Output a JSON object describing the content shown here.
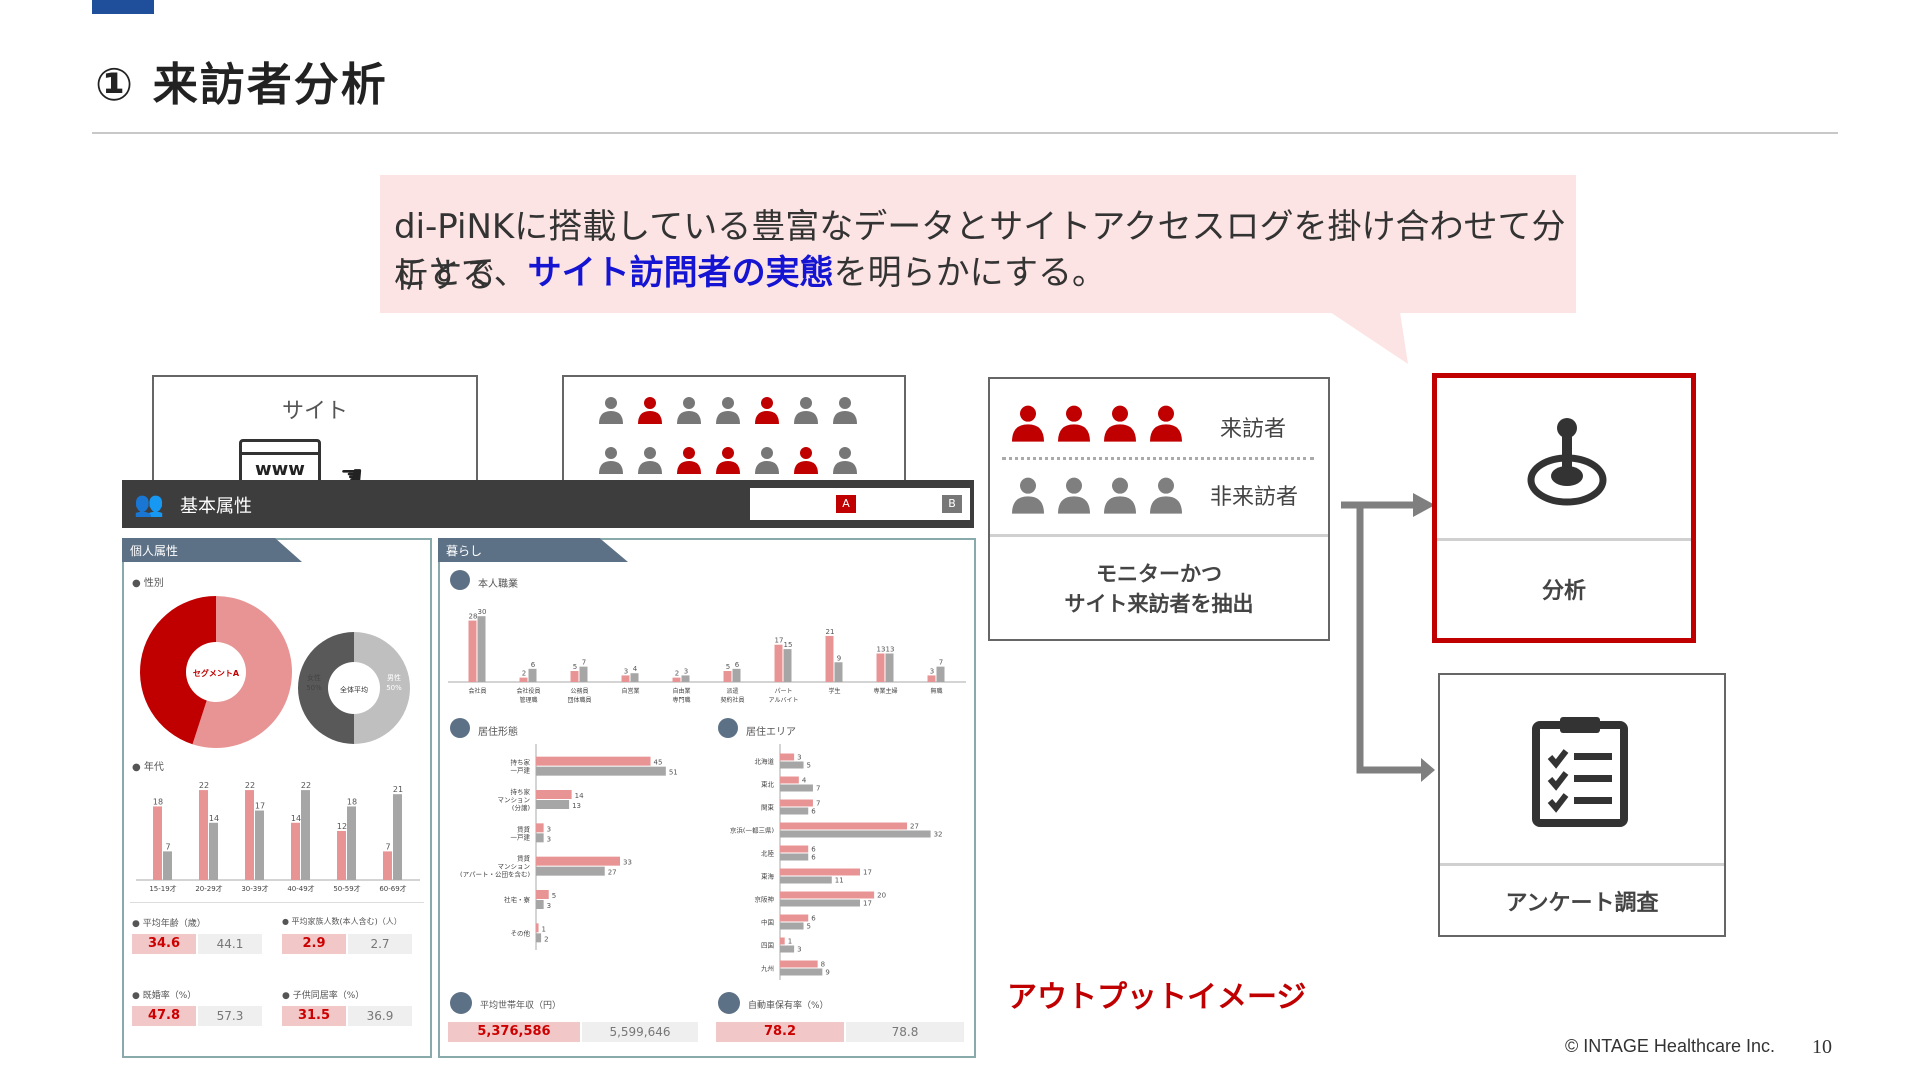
{
  "page": {
    "title": "① 来訪者分析",
    "callout_line1": "di-PiNKに搭載している豊富なデータとサイトアクセスログを掛け合わせて分析する",
    "callout_line2_pre": "ことで、",
    "callout_line2_highlight": "サイト訪問者の実態",
    "callout_line2_post": "を明らかにする。",
    "footer": "© INTAGE Healthcare Inc.",
    "page_number": "10",
    "output_label": "アウトプットイメージ"
  },
  "flow": {
    "site_label": "サイト",
    "www_label": "www",
    "visitor_label": "来訪者",
    "nonvisitor_label": "非来訪者",
    "extract_line1": "モニターかつ",
    "extract_line2": "サイト来訪者を抽出",
    "analysis_label": "分析",
    "survey_label": "アンケート調査"
  },
  "colors": {
    "accent_red": "#c00000",
    "brand_blue": "#1f4e9b",
    "gray": "#7f7f7f",
    "highlight": "#1414d2",
    "callout_bg": "#fde4e4"
  },
  "dashboard": {
    "header": "基本属性",
    "seg_a": "A",
    "seg_b": "B",
    "panel_personal": "個人属性",
    "panel_life": "暮らし",
    "gender_label": "● 性別",
    "donut_a_label": "セグメントA",
    "donut_b_label": "全体平均",
    "female": "女性",
    "female_pct": "50%",
    "male": "男性",
    "male_pct": "50%",
    "age_label": "● 年代",
    "occupation_label": "本人職業",
    "housing_label": "居住形態",
    "area_label": "居住エリア",
    "avg_age_label": "● 平均年齢（歳）",
    "avg_age_a": "34.6",
    "avg_age_b": "44.1",
    "household_label": "● 平均家族人数(本人含む)（人）",
    "household_a": "2.9",
    "household_b": "2.7",
    "married_label": "● 既婚率（%）",
    "married_a": "47.8",
    "married_b": "57.3",
    "children_label": "● 子供同居率（%）",
    "children_a": "31.5",
    "children_b": "36.9",
    "income_label": "平均世帯年収（円）",
    "income_a": "5,376,586",
    "income_b": "5,599,646",
    "car_label": "自動車保有率（%）",
    "car_a": "78.2",
    "car_b": "78.8"
  },
  "chart_data": [
    {
      "type": "bar",
      "title": "年代",
      "categories": [
        "15-19才",
        "20-29才",
        "30-39才",
        "40-49才",
        "50-59才",
        "60-69才"
      ],
      "series": [
        {
          "name": "A",
          "values": [
            18,
            22,
            22,
            14,
            12,
            7
          ]
        },
        {
          "name": "B",
          "values": [
            7,
            14,
            17,
            22,
            18,
            21
          ]
        }
      ]
    },
    {
      "type": "bar",
      "title": "本人職業",
      "categories": [
        "会社員",
        "会社役員 管理職",
        "公務員 団体職員",
        "自営業",
        "自由業 専門職",
        "派遣 契約社員",
        "パート アルバイト",
        "学生",
        "専業主婦",
        "無職"
      ],
      "series": [
        {
          "name": "A",
          "values": [
            28,
            2,
            5,
            3,
            2,
            5,
            17,
            21,
            13,
            3
          ]
        },
        {
          "name": "B",
          "values": [
            30,
            6,
            7,
            4,
            3,
            6,
            15,
            9,
            13,
            7
          ]
        }
      ]
    },
    {
      "type": "bar",
      "title": "居住形態",
      "categories": [
        "持ち家 一戸建",
        "持ち家 マンション (分譲)",
        "賃貸 一戸建",
        "賃貸 マンション (アパート・公団を含む)",
        "社宅・寮",
        "その他"
      ],
      "series": [
        {
          "name": "A",
          "values": [
            45,
            14,
            3,
            33,
            5,
            1
          ]
        },
        {
          "name": "B",
          "values": [
            51,
            13,
            3,
            27,
            3,
            2
          ]
        }
      ]
    },
    {
      "type": "bar",
      "title": "居住エリア",
      "categories": [
        "北海道",
        "東北",
        "関東",
        "京浜(一都三県)",
        "北陸",
        "東海",
        "京阪神",
        "中国",
        "四国",
        "九州"
      ],
      "series": [
        {
          "name": "A",
          "values": [
            3,
            4,
            7,
            27,
            6,
            17,
            20,
            6,
            1,
            8
          ]
        },
        {
          "name": "B",
          "values": [
            5,
            7,
            6,
            32,
            6,
            11,
            17,
            5,
            3,
            9
          ]
        }
      ]
    },
    {
      "type": "pie",
      "title": "性別",
      "categories": [
        "女性",
        "男性"
      ],
      "series": [
        {
          "name": "セグメントA",
          "values": [
            55,
            45
          ]
        },
        {
          "name": "全体平均",
          "values": [
            50,
            50
          ]
        }
      ]
    }
  ]
}
